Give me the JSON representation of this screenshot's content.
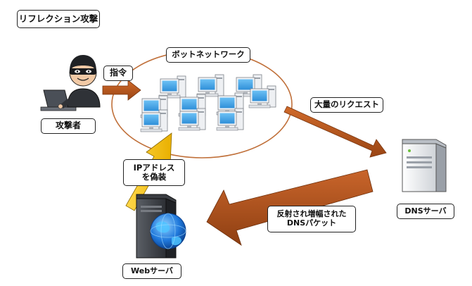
{
  "title": "リフレクション攻撃",
  "labels": {
    "botnet": "ボットネットワーク",
    "command": "指令",
    "attacker": "攻撃者",
    "spoof_line1": "IPアドレス",
    "spoof_line2": "を偽装",
    "requests": "大量のリクエスト",
    "dns_server": "DNSサーバ",
    "reflected_line1": "反射され増幅された",
    "reflected_line2": "DNSパケット",
    "web_server": "Webサーバ"
  },
  "colors": {
    "arrow_brown": "#b4541e",
    "arrow_yellow": "#f5c400",
    "botnet_ellipse": "#c0703a",
    "monitor_screen": "#3e9fe0",
    "globe_blue": "#1a6fd6"
  },
  "icons": {
    "attacker": "hacker-icon",
    "bots": "desktop-computer-icon",
    "dns": "server-tower-icon",
    "web": "server-globe-icon"
  }
}
